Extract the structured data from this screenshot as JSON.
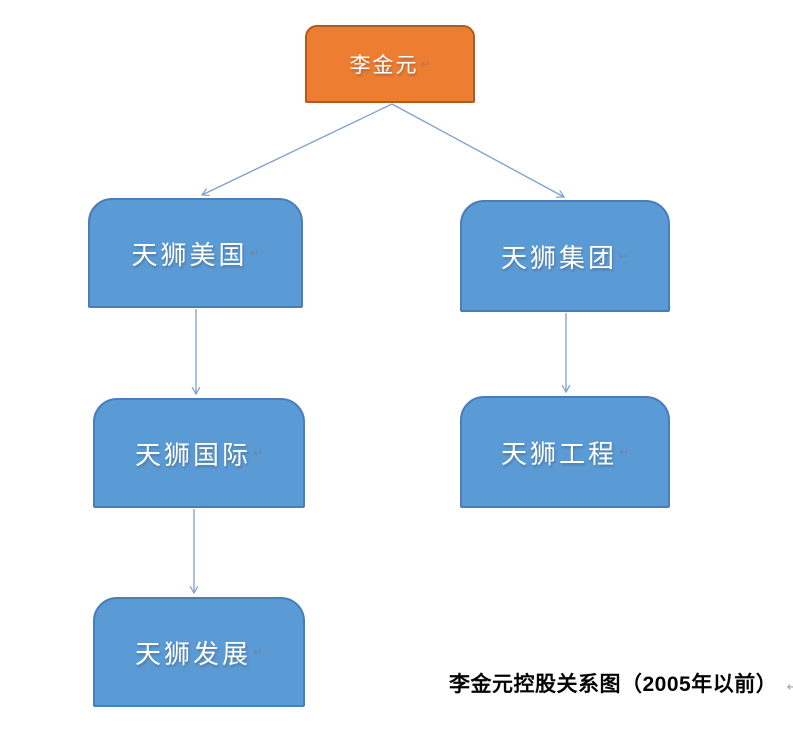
{
  "colors": {
    "root_fill": "#ed7d31",
    "root_border": "#ae5a21",
    "node_fill": "#5b9bd5",
    "node_border": "#4a7ebb",
    "connector": "#7ea0ce"
  },
  "nodes": [
    {
      "id": "li-jinyuan",
      "label": "李金元"
    },
    {
      "id": "tianshi-usa",
      "label": "天狮美国"
    },
    {
      "id": "tianshi-group",
      "label": "天狮集团"
    },
    {
      "id": "tianshi-intl",
      "label": "天狮国际"
    },
    {
      "id": "tianshi-eng",
      "label": "天狮工程"
    },
    {
      "id": "tianshi-dev",
      "label": "天狮发展"
    }
  ],
  "edges": [
    {
      "from": "李金元",
      "to": "天狮美国"
    },
    {
      "from": "李金元",
      "to": "天狮集团"
    },
    {
      "from": "天狮美国",
      "to": "天狮国际"
    },
    {
      "from": "天狮国际",
      "to": "天狮发展"
    },
    {
      "from": "天狮集团",
      "to": "天狮工程"
    }
  ],
  "caption": {
    "text": "李金元控股关系图（2005年以前）",
    "paragraph_mark": "↵"
  },
  "formatting_marks": {
    "shape_text_end_mark": "↵"
  }
}
